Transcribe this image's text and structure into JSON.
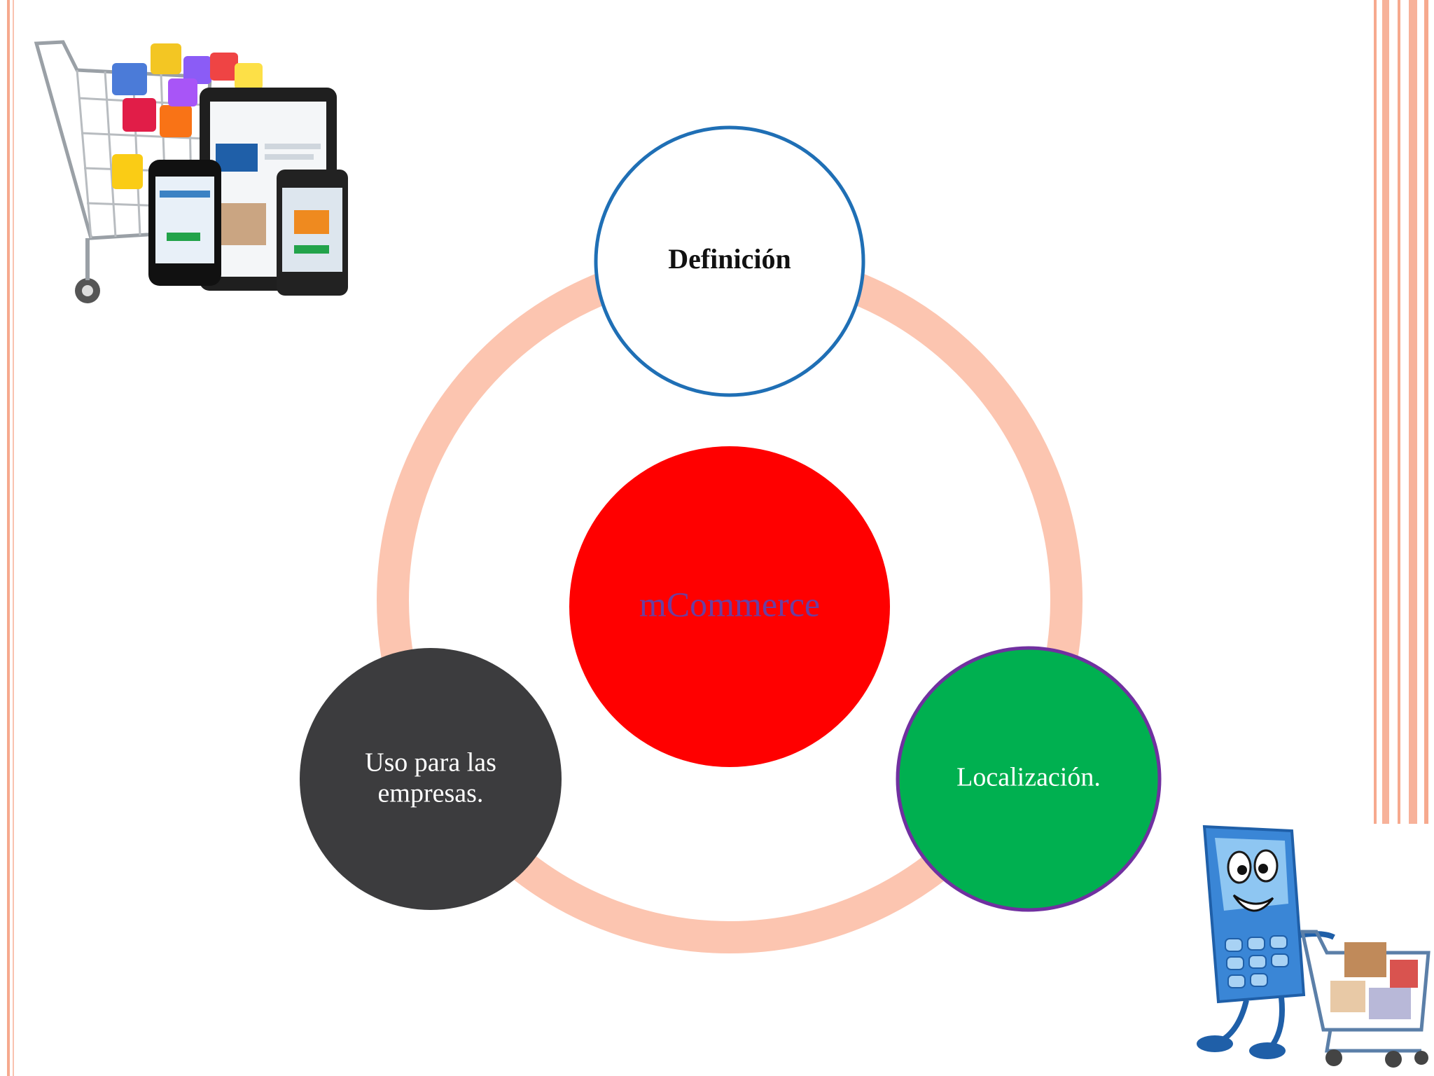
{
  "diagram": {
    "center": {
      "label": "mCommerce",
      "fill": "#ff0000",
      "text_color": "#6b3fa0"
    },
    "nodes": [
      {
        "id": "definicion",
        "label": "Definición",
        "fill": "#ffffff",
        "stroke": "#1f6fb5",
        "text_color": "#111111",
        "bold": true
      },
      {
        "id": "localizacion",
        "label": "Localización.",
        "fill": "#00b050",
        "stroke": "#7030a0",
        "text_color": "#ffffff"
      },
      {
        "id": "uso",
        "label_line1": "Uso para las",
        "label_line2": "empresas.",
        "fill": "#3c3c3e",
        "stroke": "#3c3c3e",
        "text_color": "#ffffff"
      }
    ],
    "ring_color": "#fcc5b0"
  },
  "decor": {
    "accent": "#f4a48a",
    "images": [
      "shopping-cart-devices-image",
      "phone-character-cart-image"
    ]
  }
}
